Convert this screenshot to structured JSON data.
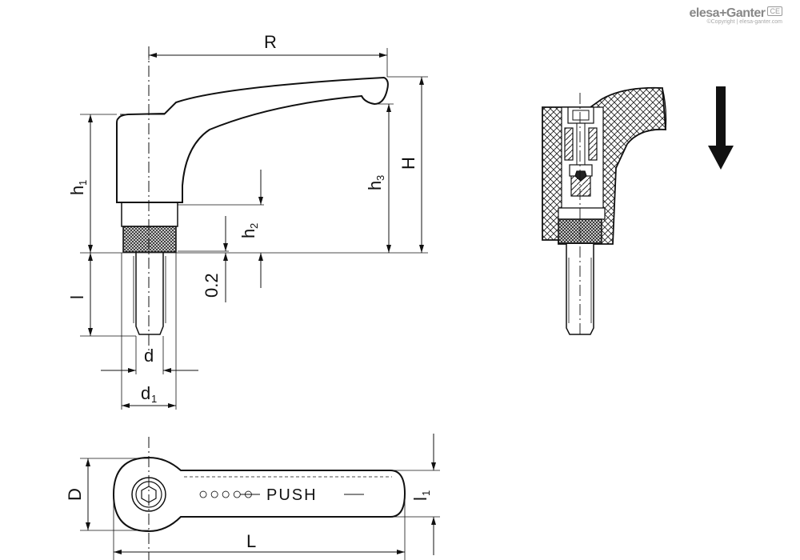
{
  "brand": {
    "name": "elesa+Ganter",
    "mark": "CE",
    "copyright": "©Copyright | elesa-ganter.com"
  },
  "labels": {
    "R": "R",
    "H": "H",
    "h1": "h",
    "h1_sub": "1",
    "h2": "h",
    "h2_sub": "2",
    "h3": "h",
    "h3_sub": "3",
    "l": "l",
    "d": "d",
    "d1": "d",
    "d1_sub": "1",
    "gap": "0.2",
    "D": "D",
    "L": "L",
    "l1": "l",
    "l1_sub": "1"
  },
  "top_view": {
    "push_label": "PUSH",
    "dots": "○○○○○"
  },
  "colors": {
    "line": "#111111",
    "hatch": "#222222",
    "knurl": "#333333"
  }
}
